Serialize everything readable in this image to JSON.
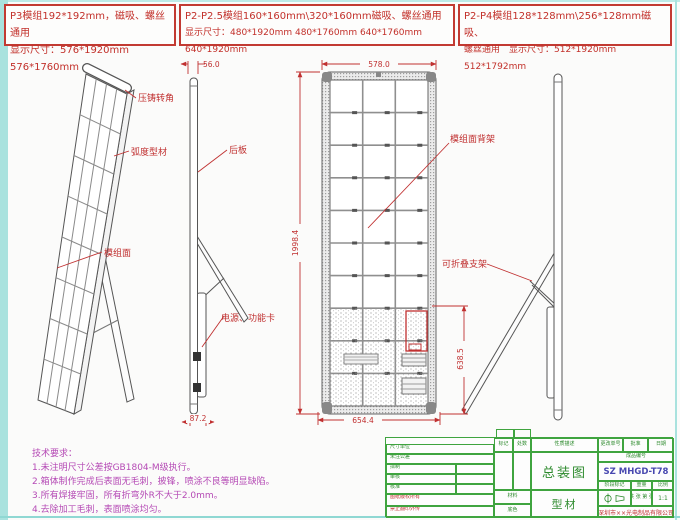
{
  "colors": {
    "annotation_red": "#c03030",
    "notes_magenta": "#b54ab5",
    "table_green": "#3fa43f",
    "frame_cyan": "#a9e2de",
    "line_gray": "#555555",
    "drawing_no_blue": "#4848b0"
  },
  "header_boxes": [
    {
      "line1": "P3模组192*192mm，磁吸、螺丝通用",
      "line2": "显示尺寸：576*1920mm　576*1760mm"
    },
    {
      "line1": "P2-P2.5模组160*160mm\\320*160mm磁吸、螺丝通用",
      "line2": "显示尺寸：480*1920mm 480*1760mm 640*1760mm 640*1920mm"
    },
    {
      "line1": "P2-P4模组128*128mm\\256*128mm磁吸、",
      "line2": "螺丝通用　显示尺寸：512*1920mm　512*1792mm"
    }
  ],
  "drawing": {
    "labels": {
      "die_cast_corner": "压铸转角",
      "arc_profile": "弧度型材",
      "module_face": "模组面",
      "back_plate": "后板",
      "power_function_card": "电源、功能卡",
      "module_back_frame": "模组面背架",
      "foldable_stand": "可折叠支架"
    },
    "dimensions": {
      "thickness_top": "56.0",
      "front_width": "578.0",
      "front_height": "1998.4",
      "power_zone_height": "638.5",
      "bottom_width": "654.4",
      "base_depth": "87.2"
    }
  },
  "tech_notes": {
    "title": "技术要求：",
    "items": [
      "1.未注明尺寸公差按GB1804-M级执行。",
      "2.箱体制作完成后表面无毛刺，披锋，喷涂不良等明显缺陷。",
      "3.所有焊接牢固，所有折弯外R不大于2.0mm。",
      "4.去除加工毛刺，表面喷涂均匀。"
    ]
  },
  "title_block": {
    "header_cells": [
      "标记",
      "处数",
      "性质描述",
      "更改单号",
      "批准",
      "日期"
    ],
    "left_rows": [
      "尺寸单位",
      "未注公差",
      "拟制",
      "审核",
      "核准"
    ],
    "stamp_line1": "图纸版权所有",
    "stamp_line2": "禁止翻印外传",
    "product_no_row": "成品编号",
    "drawing_title": "总装图",
    "drawing_no": "SZ MHGD-T78",
    "material_label": "材料",
    "finish_label": "底色",
    "material_value": "型材",
    "stage_label": "阶段标记",
    "weight_label": "重量",
    "scale_label": "比例",
    "scale_value": "1:1",
    "sheet_label": "共 张 第 张",
    "company": "深圳市××光电制品有限公司"
  }
}
